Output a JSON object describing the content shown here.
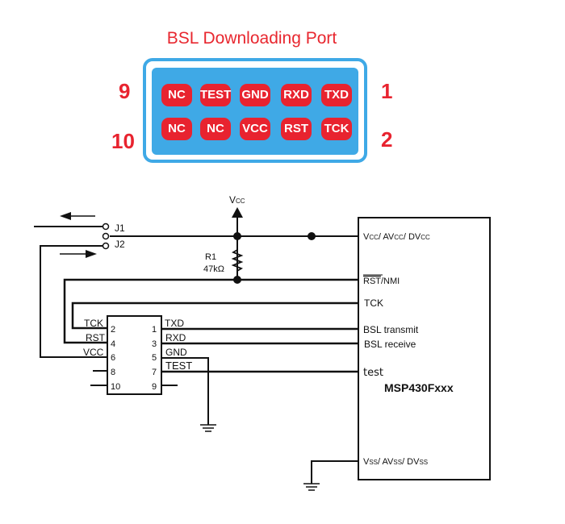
{
  "header": {
    "title": "BSL Downloading Port",
    "pin_numbers": {
      "top_left": "9",
      "top_right": "1",
      "bottom_left": "10",
      "bottom_right": "2"
    },
    "top_row": [
      "NC",
      "TEST",
      "GND",
      "RXD",
      "TXD"
    ],
    "bottom_row": [
      "NC",
      "NC",
      "VCC",
      "RST",
      "TCK"
    ],
    "colors": {
      "title": "#e8272f",
      "pin": "#e8232f",
      "frame": "#3fa9e6"
    }
  },
  "schematic": {
    "vcc_label": "V",
    "vcc_sub": "CC",
    "jumpers": [
      "J1",
      "J2"
    ],
    "resistor": {
      "name": "R1",
      "value": "47kΩ"
    },
    "connector": {
      "left_labels": [
        "TCK",
        "RST",
        "VCC"
      ],
      "left_pins": [
        "2",
        "4",
        "6",
        "8",
        "10"
      ],
      "right_pins": [
        "1",
        "3",
        "5",
        "7",
        "9"
      ],
      "right_labels": [
        "TXD",
        "RXD",
        "GND",
        "TEST"
      ]
    },
    "mcu": {
      "name": "MSP430Fxxx",
      "vcc_pin": {
        "v": "V",
        "cc": "CC",
        "av": "/ AV",
        "dv": "/ DV"
      },
      "rst_pin": {
        "bar": "RST",
        "rest": "/NMI"
      },
      "tck_pin": "TCK",
      "bsl_transmit": "BSL transmit",
      "bsl_receive": "BSL receive",
      "test_pin": "test",
      "vss_pin": {
        "v": "V",
        "ss": "SS",
        "av": "/ AV",
        "dv": "/ DV"
      }
    }
  }
}
